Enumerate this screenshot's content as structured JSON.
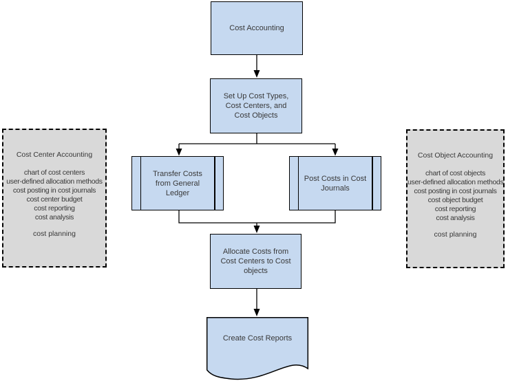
{
  "diagram_title": "Cost Accounting flowchart",
  "colors": {
    "node_fill": "#c6d9f0",
    "node_border": "#000000",
    "panel_fill": "#d9d9d9",
    "panel_border": "#000000",
    "connector": "#000000",
    "text": "#383838",
    "background": "#ffffff"
  },
  "nodes": {
    "cost_accounting": {
      "label": "Cost Accounting",
      "shape": "process"
    },
    "setup": {
      "label": "Set Up Cost Types, Cost Centers, and Cost Objects",
      "shape": "process"
    },
    "transfer": {
      "label": "Transfer Costs from General Ledger",
      "shape": "predefined-process"
    },
    "post": {
      "label": "Post Costs in Cost Journals",
      "shape": "predefined-process"
    },
    "allocate": {
      "label": "Allocate Costs from Cost Centers to Cost objects",
      "shape": "process"
    },
    "reports": {
      "label": "Create Cost Reports",
      "shape": "document"
    }
  },
  "edges": [
    "cost_accounting -> setup",
    "setup -> transfer",
    "setup -> post",
    "transfer -> allocate",
    "post -> allocate",
    "allocate -> reports"
  ],
  "panels": {
    "left": {
      "title": "Cost Center Accounting",
      "items": [
        "chart of cost centers",
        "user-defined allocation methods",
        "cost posting in cost journals",
        "cost center budget",
        "cost reporting",
        "cost analysis"
      ],
      "footer": "cost planning"
    },
    "right": {
      "title": "Cost Object Accounting",
      "items": [
        "chart of cost objects",
        "user-defined allocation methods",
        "cost posting in cost journals",
        "cost object budget",
        "cost reporting",
        "cost analysis"
      ],
      "footer": "cost planning"
    }
  }
}
